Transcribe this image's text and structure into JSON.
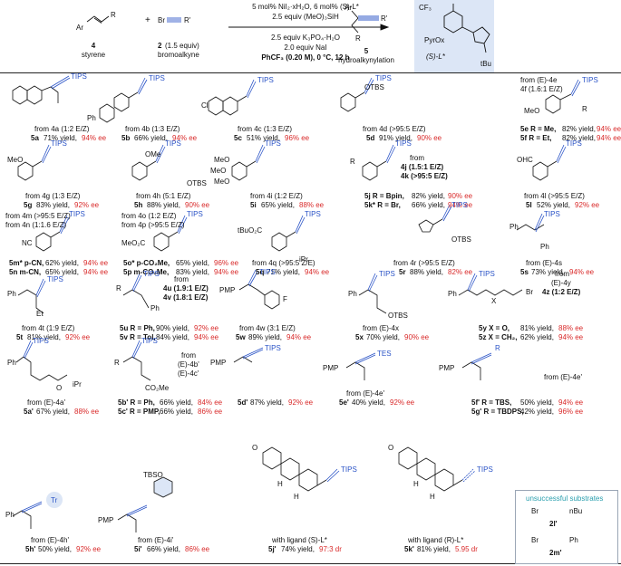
{
  "header": {
    "styrene_label": "styrene",
    "styrene_num": "4",
    "bromoalkyne_num": "2",
    "bromoalkyne_equiv": "(1.5 equiv)",
    "bromoalkyne_label": "bromoalkyne",
    "product_num": "5",
    "product_label": "hydroalkynylation",
    "conditions": [
      "5 mol% NiI₂·xH₂O, 6 mol% (S)-L*",
      "2.5 equiv (MeO)₃SiH",
      "2.5 equiv K₃PO₄·H₂O",
      "2.0 equiv NaI",
      "PhCF₃ (0.20 M), 0 °C, 12 h"
    ],
    "ligand_name": "PyrOx",
    "ligand_label": "(S)-L*",
    "ligand_cf3": "CF₃",
    "ligand_tbu": "tBu"
  },
  "entries": [
    {
      "from": "from 4a (1:2 E/Z)",
      "prod": "5a",
      "yield": "71% yield,",
      "ee": "94% ee"
    },
    {
      "from": "from 4b (1:3 E/Z)",
      "prod": "5b",
      "yield": "66% yield,",
      "ee": "94% ee"
    },
    {
      "from": "from 4c (1:3 E/Z)",
      "prod": "5c",
      "yield": "51% yield,",
      "ee": "96% ee"
    },
    {
      "from": "from 4d (>95:5 E/Z)",
      "prod": "5d",
      "yield": "91% yield,",
      "ee": "90% ee"
    },
    {
      "from": "",
      "prod": "5e R = Me,",
      "yield": "82% yield,",
      "ee": "94% ee"
    },
    {
      "from": "",
      "prod": "5f R = Et,",
      "yield": "82% yield,",
      "ee": "94% ee"
    },
    {
      "from": "from 4g (1:3 E/Z)",
      "prod": "5g",
      "yield": "83% yield,",
      "ee": "92% ee"
    },
    {
      "from": "from 4h (5:1 E/Z)",
      "prod": "5h",
      "yield": "88% yield,",
      "ee": "90% ee"
    },
    {
      "from": "from 4i (1:2 E/Z)",
      "prod": "5i",
      "yield": "65% yield,",
      "ee": "88% ee"
    },
    {
      "from": "",
      "prod": "5j R = Bpin,",
      "yield": "82% yield,",
      "ee": "90% ee"
    },
    {
      "from": "",
      "prod": "5k* R = Br,",
      "yield": "66% yield,",
      "ee": "94% ee"
    },
    {
      "from": "from 4l (>95:5 E/Z)",
      "prod": "5l",
      "yield": "52% yield,",
      "ee": "92% ee"
    },
    {
      "from": "",
      "prod": "5m* p-CN,",
      "yield": "62% yield,",
      "ee": "94% ee"
    },
    {
      "from": "",
      "prod": "5n m-CN,",
      "yield": "65% yield,",
      "ee": "94% ee"
    },
    {
      "from": "",
      "prod": "5o* p-CO₂Me,",
      "yield": "65% yield,",
      "ee": "96% ee"
    },
    {
      "from": "",
      "prod": "5p m-CO₂Me,",
      "yield": "83% yield,",
      "ee": "94% ee"
    },
    {
      "from": "from 4q (>95:5 Z/E)",
      "prod": "5q",
      "yield": "71% yield,",
      "ee": "94% ee"
    },
    {
      "from": "from 4r (>95:5 E/Z)",
      "prod": "5r",
      "yield": "88% yield,",
      "ee": "82% ee"
    },
    {
      "from": "from (E)-4s",
      "prod": "5s",
      "yield": "73% yield,",
      "ee": "94% ee"
    },
    {
      "from": "from 4t (1:9 E/Z)",
      "prod": "5t",
      "yield": "81% yield,",
      "ee": "92% ee"
    },
    {
      "from": "",
      "prod": "5u R = Ph,",
      "yield": "90% yield,",
      "ee": "92% ee"
    },
    {
      "from": "",
      "prod": "5v R = Tol,",
      "yield": "84% yield,",
      "ee": "94% ee"
    },
    {
      "from": "from 4w (3:1 E/Z)",
      "prod": "5w",
      "yield": "89% yield,",
      "ee": "94% ee"
    },
    {
      "from": "from (E)-4x",
      "prod": "5x",
      "yield": "70% yield,",
      "ee": "90% ee"
    },
    {
      "from": "",
      "prod": "5y X = O,",
      "yield": "81% yield,",
      "ee": "88% ee"
    },
    {
      "from": "",
      "prod": "5z X = CH₂,",
      "yield": "62% yield,",
      "ee": "94% ee"
    },
    {
      "from": "from (E)-4a'",
      "prod": "5a'",
      "yield": "67% yield,",
      "ee": "88% ee"
    },
    {
      "from": "",
      "prod": "5b' R = Ph,",
      "yield": "66% yield,",
      "ee": "84% ee"
    },
    {
      "from": "",
      "prod": "5c' R = PMP,",
      "yield": "66% yield,",
      "ee": "86% ee"
    },
    {
      "from": "",
      "prod": "5d'",
      "yield": "87% yield,",
      "ee": "92% ee"
    },
    {
      "from": "from (E)-4e'",
      "prod": "5e'",
      "yield": "40% yield,",
      "ee": "92% ee"
    },
    {
      "from": "",
      "prod": "5f' R = TBS,",
      "yield": "50% yield,",
      "ee": "94% ee"
    },
    {
      "from": "",
      "prod": "5g' R = TBDPS,",
      "yield": "42% yield,",
      "ee": "96% ee"
    },
    {
      "from": "from (E)-4h'",
      "prod": "5h'",
      "yield": "50% yield,",
      "ee": "92% ee"
    },
    {
      "from": "from (E)-4i'",
      "prod": "5i'",
      "yield": "66% yield,",
      "ee": "86% ee"
    },
    {
      "from": "with ligand (S)-L*",
      "prod": "5j'",
      "yield": "74% yield,",
      "ee": "97:3 dr"
    },
    {
      "from": "with ligand (R)-L*",
      "prod": "5k'",
      "yield": "81% yield,",
      "ee": "5.95 dr"
    }
  ],
  "side_notes": {
    "e_f": [
      "from (E)-4e",
      "4f (1.6:1 E/Z)"
    ],
    "j_k": [
      "from",
      "4j (1.5:1 E/Z)",
      "4k (>95:5 E/Z)"
    ],
    "m_n": [
      "from 4m (>95:5 E/Z)",
      "from 4n (1:1.6 E/Z)"
    ],
    "o_p": [
      "from 4o (1:2 E/Z)",
      "from 4p (>95:5 E/Z)"
    ],
    "u_v": [
      "from",
      "4u (1.9:1 E/Z)",
      "4v (1.8:1 E/Z)"
    ],
    "y_z": [
      "from",
      "(E)-4y",
      "4z (1:2 E/Z)"
    ],
    "b_c": [
      "from",
      "(E)-4b'",
      "(E)-4c'"
    ],
    "f_g": [
      "from (E)-4e'"
    ]
  },
  "labels": {
    "tips": "TIPS",
    "tes": "TES",
    "otbs": "OTBS",
    "tbso": "TBSO",
    "pmp": "PMP",
    "ph": "Ph",
    "ar": "Ar",
    "r": "R",
    "rp": "R'",
    "tr": "Tr",
    "br": "Br",
    "meo": "MeO",
    "ome": "OMe",
    "ohc": "OHC",
    "nc": "NC",
    "meo2c": "MeO₂C",
    "tbuo2c": "tBuO₂C",
    "ipr": "iPr",
    "co2me": "CO₂Me",
    "f": "F",
    "cl": "Cl",
    "x": "X",
    "o": "O",
    "h": "H"
  },
  "unsuccessful": {
    "title": "unsuccessful substrates",
    "s1": "2l'",
    "s1_sub": "nBu",
    "s2": "2m'"
  }
}
